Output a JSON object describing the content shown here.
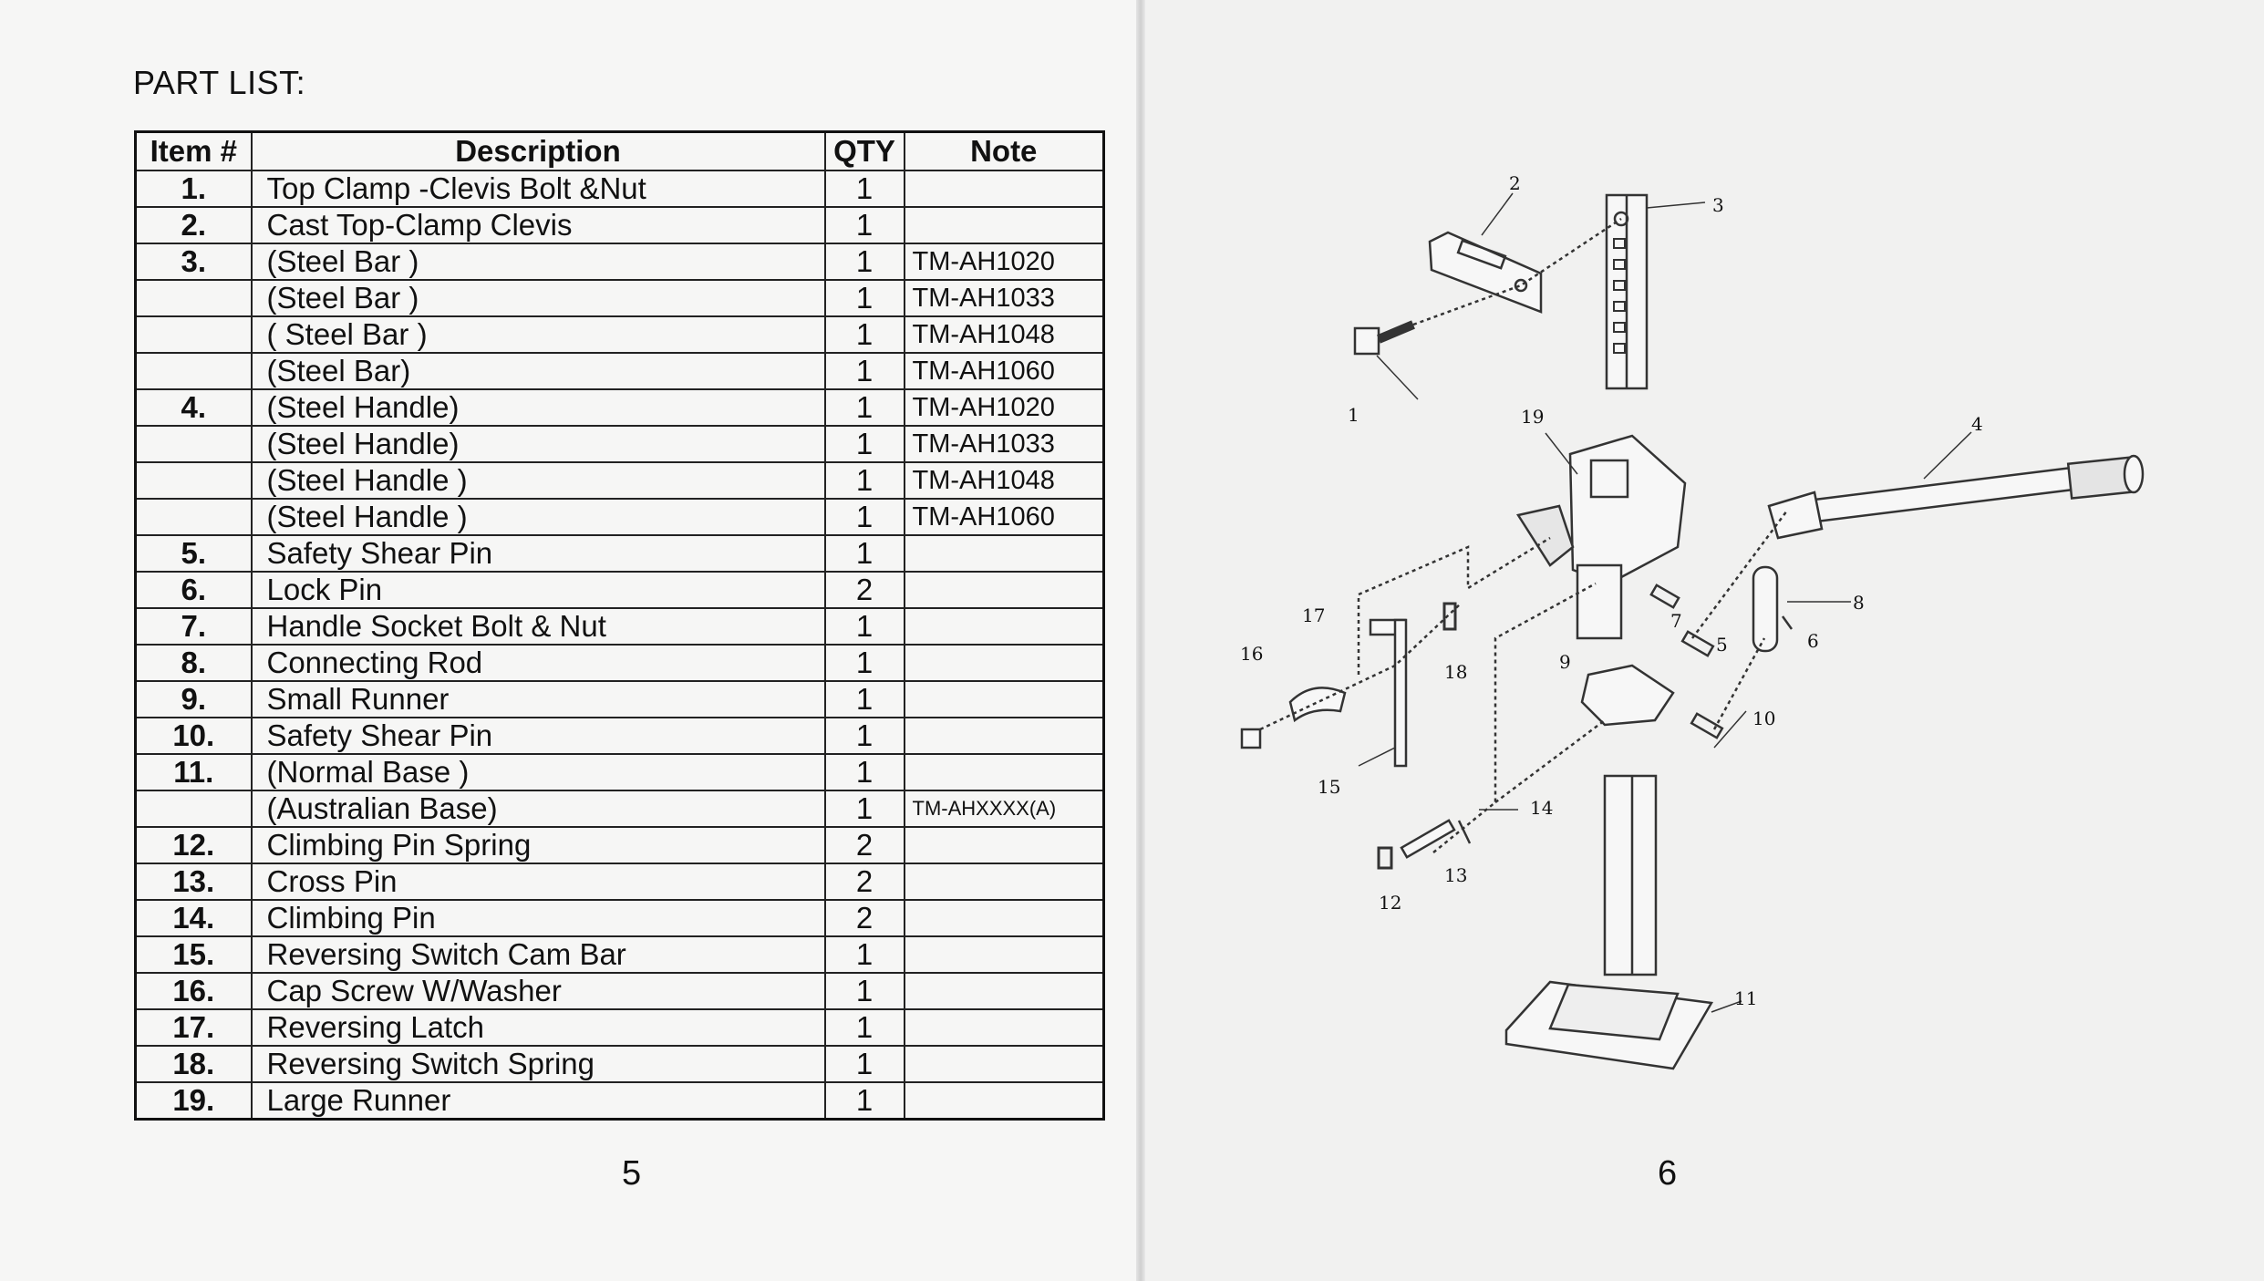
{
  "title": "PART LIST:",
  "table": {
    "headers": [
      "Item #",
      "Description",
      "QTY",
      "Note"
    ],
    "rows": [
      {
        "item": "1.",
        "desc": "Top Clamp -Clevis Bolt &Nut",
        "qty": "1",
        "note": ""
      },
      {
        "item": "2.",
        "desc": "Cast Top-Clamp Clevis",
        "qty": "1",
        "note": ""
      },
      {
        "item": "3.",
        "desc": "(Steel Bar )",
        "qty": "1",
        "note": "TM-AH1020"
      },
      {
        "item": "",
        "desc": "(Steel Bar )",
        "qty": "1",
        "note": "TM-AH1033"
      },
      {
        "item": "",
        "desc": "( Steel Bar )",
        "qty": "1",
        "note": "TM-AH1048"
      },
      {
        "item": "",
        "desc": "(Steel Bar)",
        "qty": "1",
        "note": "TM-AH1060"
      },
      {
        "item": "4.",
        "desc": "(Steel Handle)",
        "qty": "1",
        "note": "TM-AH1020"
      },
      {
        "item": "",
        "desc": "(Steel Handle)",
        "qty": "1",
        "note": "TM-AH1033"
      },
      {
        "item": "",
        "desc": "(Steel Handle )",
        "qty": "1",
        "note": "TM-AH1048"
      },
      {
        "item": "",
        "desc": "(Steel Handle )",
        "qty": "1",
        "note": "TM-AH1060"
      },
      {
        "item": "5.",
        "desc": "Safety Shear Pin",
        "qty": "1",
        "note": ""
      },
      {
        "item": "6.",
        "desc": "Lock Pin",
        "qty": "2",
        "note": ""
      },
      {
        "item": "7.",
        "desc": "Handle Socket Bolt & Nut",
        "qty": "1",
        "note": ""
      },
      {
        "item": "8.",
        "desc": "Connecting Rod",
        "qty": "1",
        "note": ""
      },
      {
        "item": "9.",
        "desc": "Small Runner",
        "qty": "1",
        "note": ""
      },
      {
        "item": "10.",
        "desc": "Safety Shear Pin",
        "qty": "1",
        "note": ""
      },
      {
        "item": "11.",
        "desc": "(Normal Base )",
        "qty": "1",
        "note": ""
      },
      {
        "item": "",
        "desc": "(Australian Base)",
        "qty": "1",
        "note": "TM-AHXXXX(A)"
      },
      {
        "item": "12.",
        "desc": "Climbing Pin Spring",
        "qty": "2",
        "note": ""
      },
      {
        "item": "13.",
        "desc": "Cross Pin",
        "qty": "2",
        "note": ""
      },
      {
        "item": "14.",
        "desc": "Climbing Pin",
        "qty": "2",
        "note": ""
      },
      {
        "item": "15.",
        "desc": "Reversing Switch Cam Bar",
        "qty": "1",
        "note": ""
      },
      {
        "item": "16.",
        "desc": "Cap Screw W/Washer",
        "qty": "1",
        "note": ""
      },
      {
        "item": "17.",
        "desc": "Reversing Latch",
        "qty": "1",
        "note": ""
      },
      {
        "item": "18.",
        "desc": "Reversing Switch Spring",
        "qty": "1",
        "note": ""
      },
      {
        "item": "19.",
        "desc": "Large Runner",
        "qty": "1",
        "note": ""
      }
    ]
  },
  "page_numbers": {
    "left": "5",
    "right": "6"
  },
  "diagram": {
    "labels": [
      "1",
      "2",
      "3",
      "4",
      "5",
      "6",
      "7",
      "8",
      "9",
      "10",
      "11",
      "12",
      "13",
      "14",
      "15",
      "16",
      "17",
      "18",
      "19"
    ]
  }
}
